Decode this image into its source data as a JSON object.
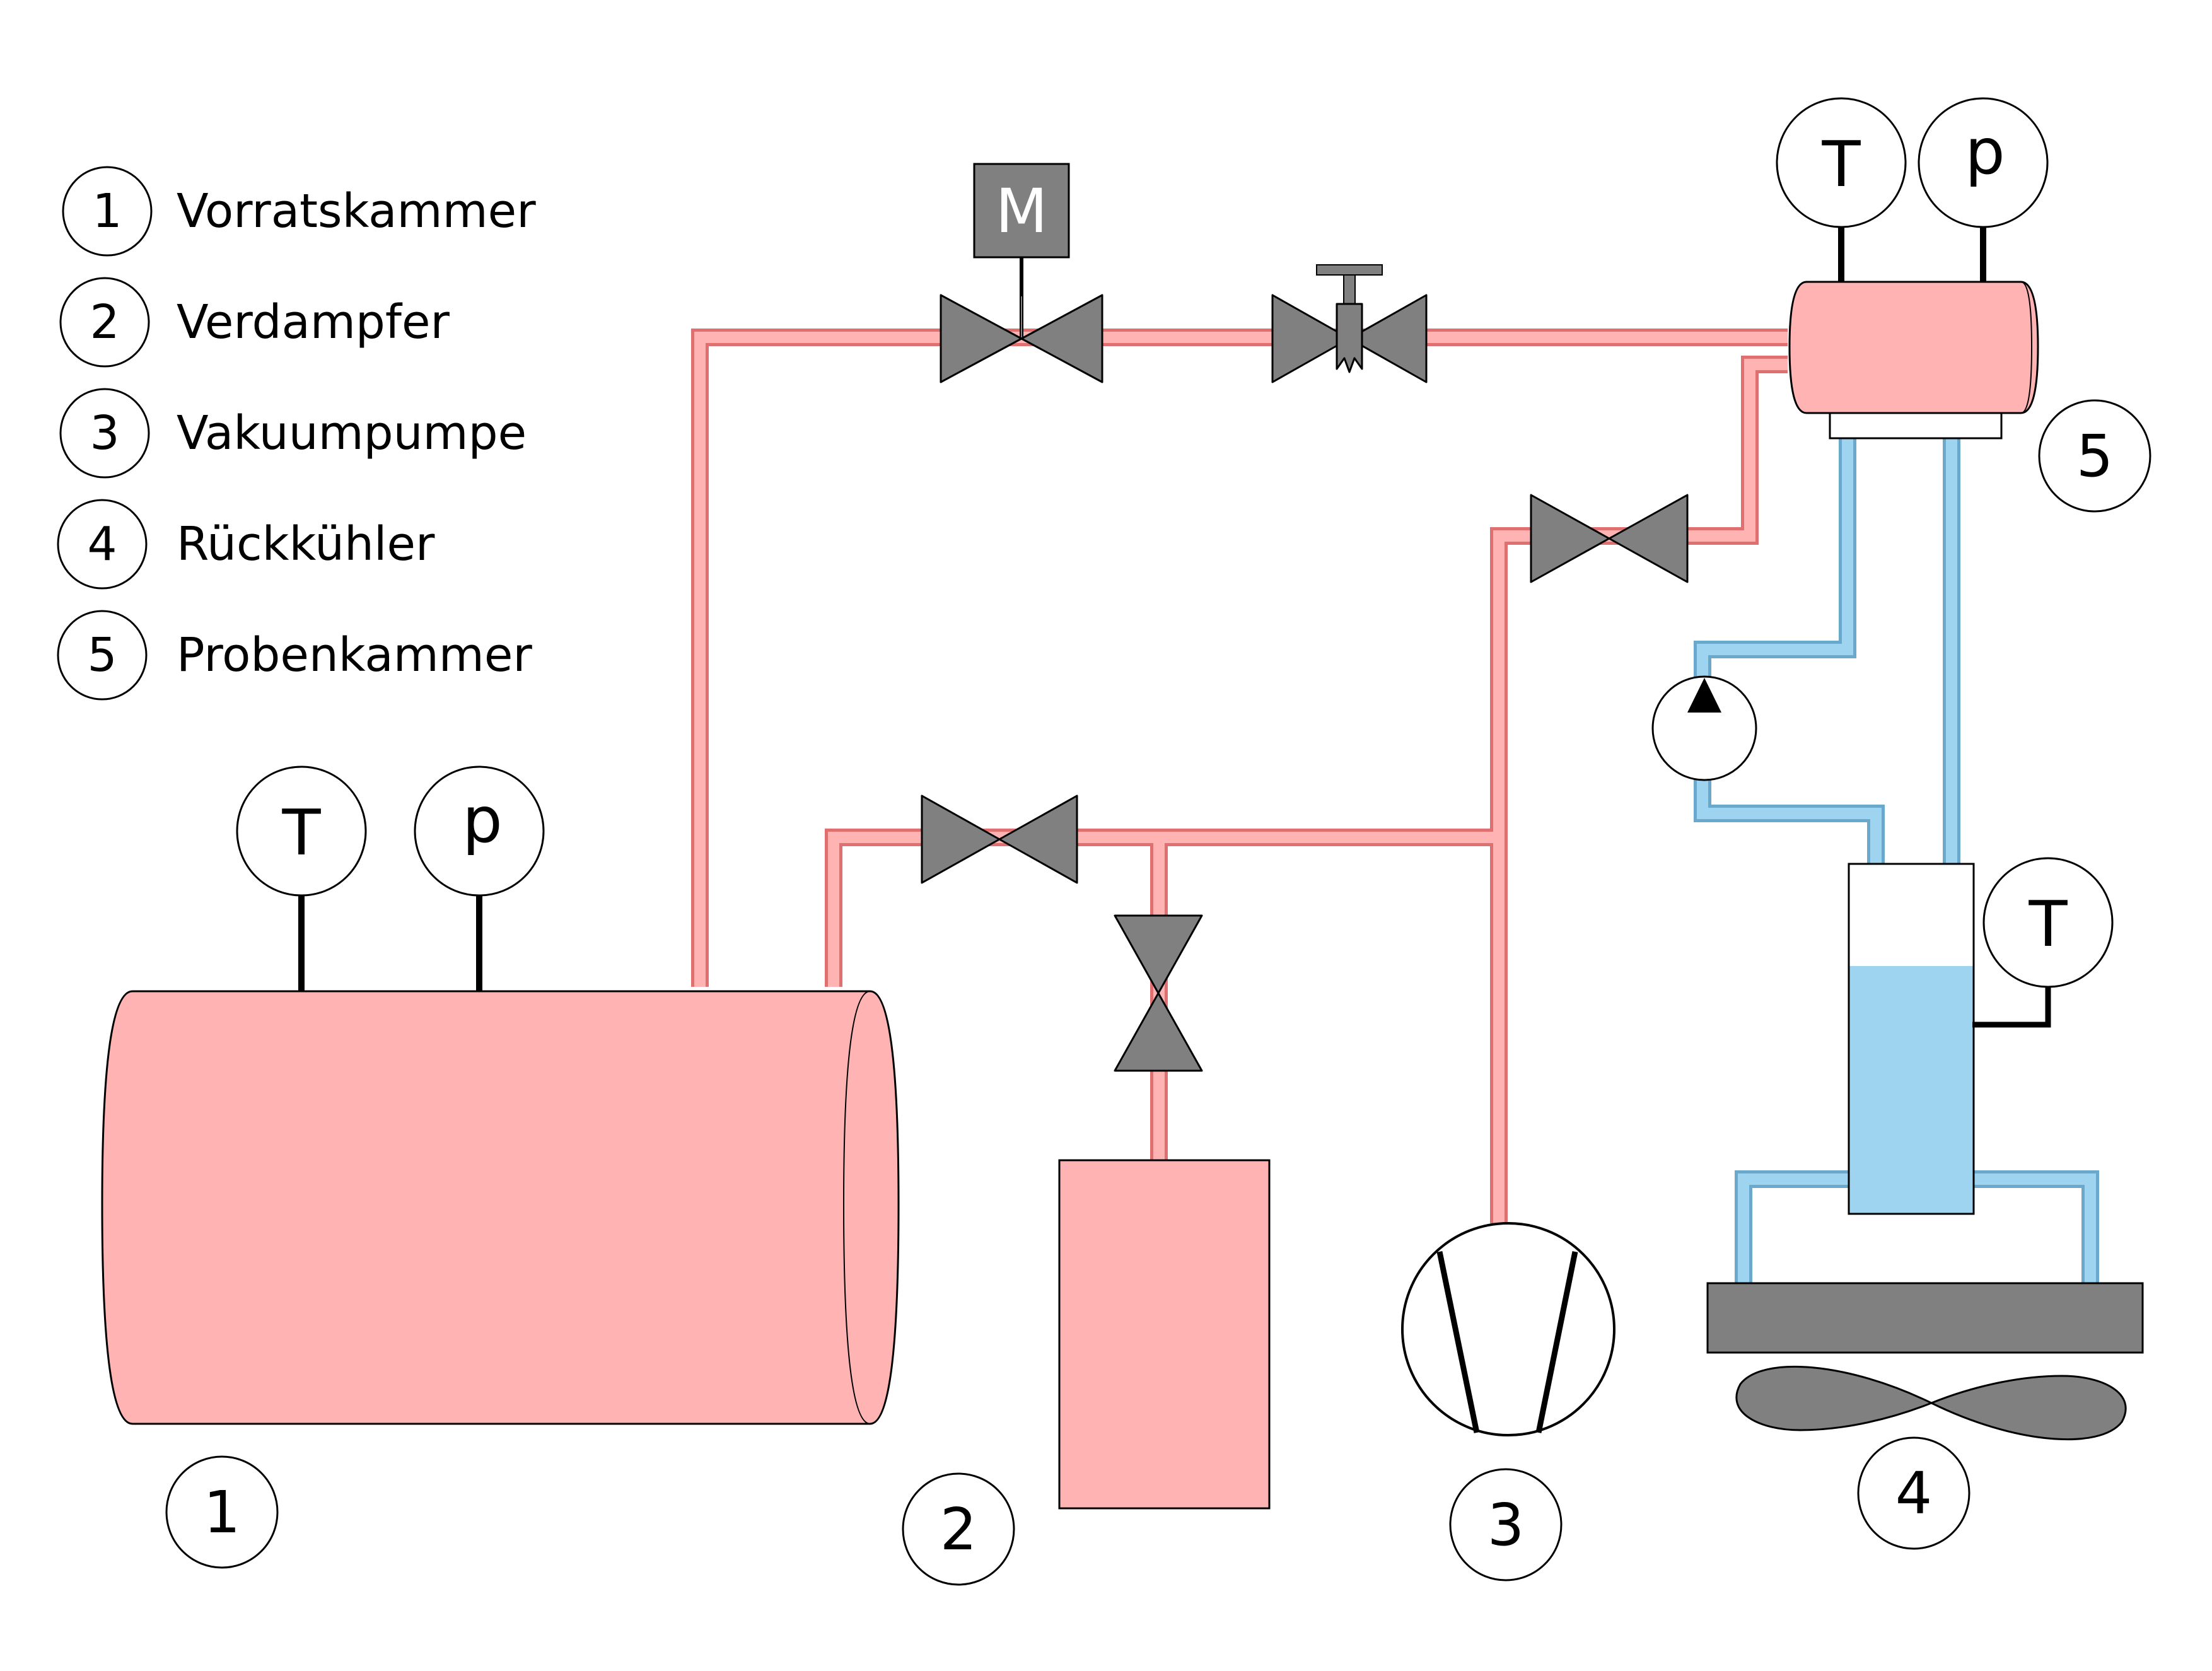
{
  "legend": {
    "items": [
      {
        "number": "1",
        "label": "Vorratskammer"
      },
      {
        "number": "2",
        "label": "Verdampfer"
      },
      {
        "number": "3",
        "label": "Vakuumpumpe"
      },
      {
        "number": "4",
        "label": "Rückkühler"
      },
      {
        "number": "5",
        "label": "Probenkammer"
      }
    ]
  },
  "components": {
    "storage_number": "1",
    "evaporator_number": "2",
    "vacuum_pump_number": "3",
    "recooler_number": "4",
    "sample_chamber_number": "5"
  },
  "gauges": {
    "storage_temp": "T",
    "storage_pressure": "p",
    "sample_temp": "T",
    "sample_pressure": "p",
    "recooler_temp": "T"
  },
  "motor_label": "M",
  "colors": {
    "gas_pipe": "#ffb3b3",
    "coolant_pipe": "#9ed4f0",
    "vessel_fill": "#ffb3b3",
    "valve_fill": "#808080",
    "coolant_fill": "#9ed4f0",
    "outline": "#000000"
  }
}
